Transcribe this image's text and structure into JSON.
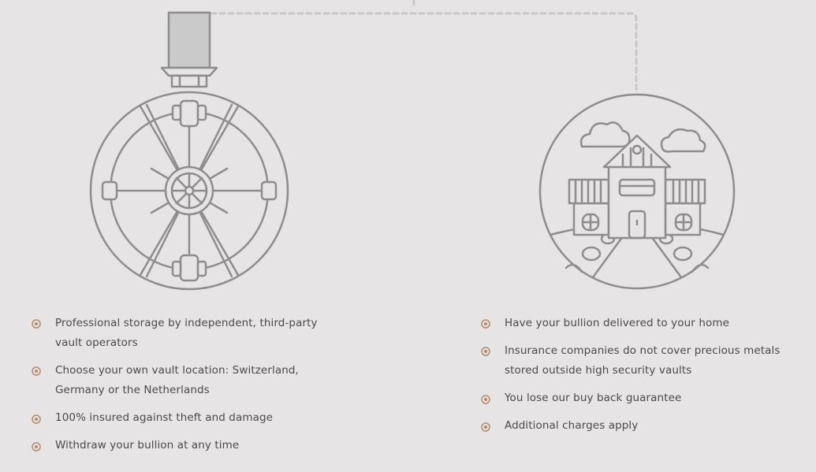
{
  "colors": {
    "background": "#e6e4e4",
    "line": "#8d8d8d",
    "accent": "#b38a6e",
    "text": "#4a4a4a",
    "dashed": "#c9c7c7"
  },
  "icons": {
    "vault": "vault-door-icon",
    "house": "house-icon",
    "bullet": "circle-dot-bullet-icon"
  },
  "vault_benefits": [
    "Professional storage by independent, third-party vault operators",
    "Choose your own vault location: Switzerland, Germany or the Netherlands",
    "100% insured against theft and damage",
    "Withdraw your bullion at any time"
  ],
  "home_drawbacks": [
    "Have your bullion delivered to your home",
    "Insurance companies do not cover precious metals stored outside high security vaults",
    "You lose our buy back guarantee",
    "Additional charges apply"
  ]
}
